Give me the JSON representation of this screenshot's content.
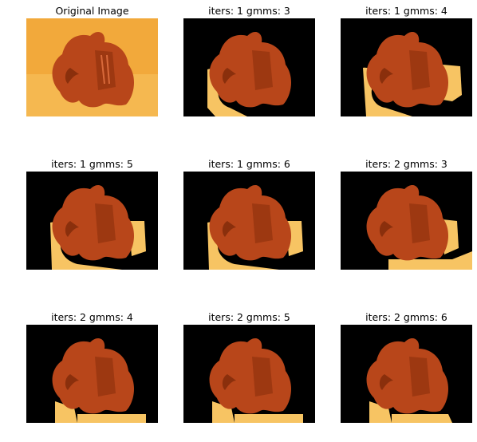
{
  "figure": {
    "panels": [
      {
        "title": "Original Image",
        "background": "original"
      },
      {
        "title": "iters: 1 gmms: 3",
        "background": "masked",
        "mask_variant": 1
      },
      {
        "title": "iters: 1 gmms: 4",
        "background": "masked",
        "mask_variant": 2
      },
      {
        "title": "iters: 1 gmms: 5",
        "background": "masked",
        "mask_variant": 3
      },
      {
        "title": "iters: 1 gmms: 6",
        "background": "masked",
        "mask_variant": 3
      },
      {
        "title": "iters: 2 gmms: 3",
        "background": "masked",
        "mask_variant": 4
      },
      {
        "title": "iters: 2 gmms: 4",
        "background": "masked",
        "mask_variant": 5
      },
      {
        "title": "iters: 2 gmms: 5",
        "background": "masked",
        "mask_variant": 5
      },
      {
        "title": "iters: 2 gmms: 6",
        "background": "masked",
        "mask_variant": 6
      }
    ],
    "colors": {
      "background_orange": "#f2a93b",
      "background_light": "#f7c463",
      "masked_black": "#000000",
      "figurine_dark": "#8a2f0c",
      "figurine_mid": "#b8461a",
      "figurine_light": "#d8693a"
    }
  }
}
